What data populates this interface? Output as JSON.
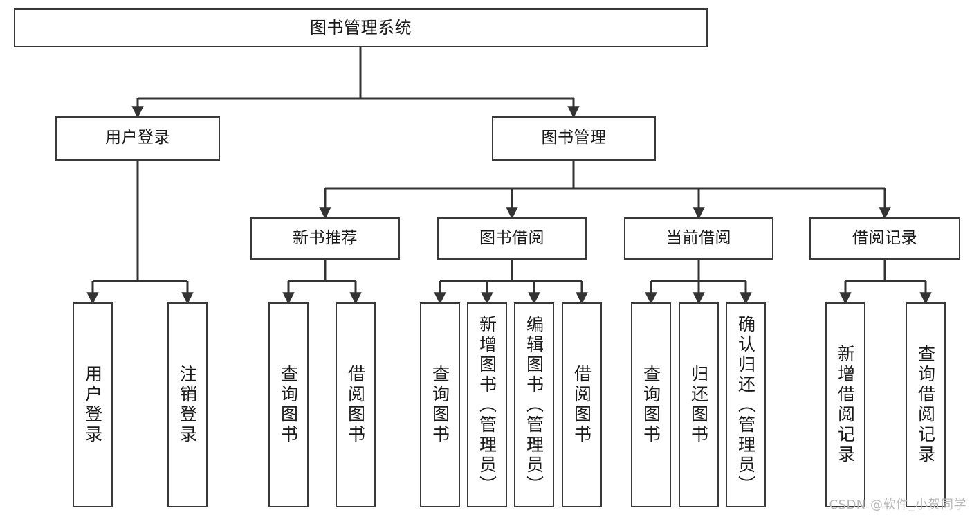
{
  "diagram": {
    "title": "图书管理系统",
    "type": "tree-structure-chart",
    "watermark": "CSDN @软件_小贺同学",
    "colors": {
      "box_border": "#3a3a3a",
      "box_fill": "#ffffff",
      "connector": "#333333",
      "text": "#1a1a1a",
      "watermark": "#b7b7b7"
    },
    "nodes": {
      "root": {
        "label": "图书管理系统"
      },
      "level2": [
        {
          "id": "user-login",
          "label": "用户登录"
        },
        {
          "id": "book-manage",
          "label": "图书管理"
        }
      ],
      "level3": [
        {
          "id": "new-book-recommend",
          "label": "新书推荐"
        },
        {
          "id": "book-borrow",
          "label": "图书借阅"
        },
        {
          "id": "current-borrow",
          "label": "当前借阅"
        },
        {
          "id": "borrow-record",
          "label": "借阅记录"
        }
      ],
      "leaves": {
        "user_login": [
          {
            "id": "leaf-user-login",
            "label": "用户登录"
          },
          {
            "id": "leaf-logout-login",
            "label": "注销登录"
          }
        ],
        "new_book_recommend": [
          {
            "id": "leaf-query-book-1",
            "label": "查询图书"
          },
          {
            "id": "leaf-borrow-book-1",
            "label": "借阅图书"
          }
        ],
        "book_borrow": [
          {
            "id": "leaf-query-book-2",
            "label": "查询图书"
          },
          {
            "id": "leaf-add-book",
            "label": "新增图书（管理员）"
          },
          {
            "id": "leaf-edit-book",
            "label": "编辑图书（管理员）"
          },
          {
            "id": "leaf-borrow-book-2",
            "label": "借阅图书"
          }
        ],
        "current_borrow": [
          {
            "id": "leaf-query-book-3",
            "label": "查询图书"
          },
          {
            "id": "leaf-return-book",
            "label": "归还图书"
          },
          {
            "id": "leaf-confirm-return",
            "label": "确认归还（管理员）"
          }
        ],
        "borrow_record": [
          {
            "id": "leaf-add-record",
            "label": "新增借阅记录"
          },
          {
            "id": "leaf-query-record",
            "label": "查询借阅记录"
          }
        ]
      }
    }
  }
}
